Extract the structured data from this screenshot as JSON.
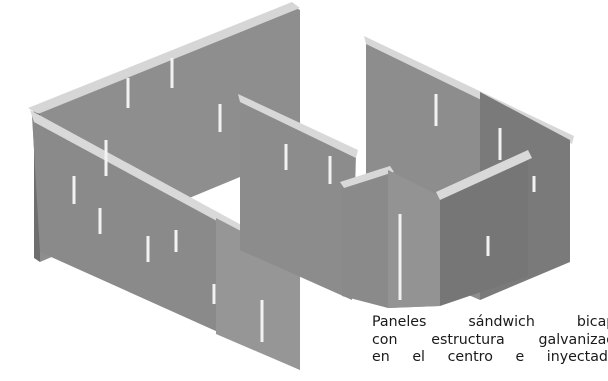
{
  "caption": {
    "line1": "Paneles sándwich bicapa",
    "line2": "con estructura galvanizada",
    "line3": "en el centro e inyectados"
  },
  "colors": {
    "panel_front": "#8c8c8c",
    "panel_side": "#6b6b6b",
    "panel_top": "#d8d8d8",
    "joint": "#f2f2f2",
    "background": "#ffffff"
  }
}
